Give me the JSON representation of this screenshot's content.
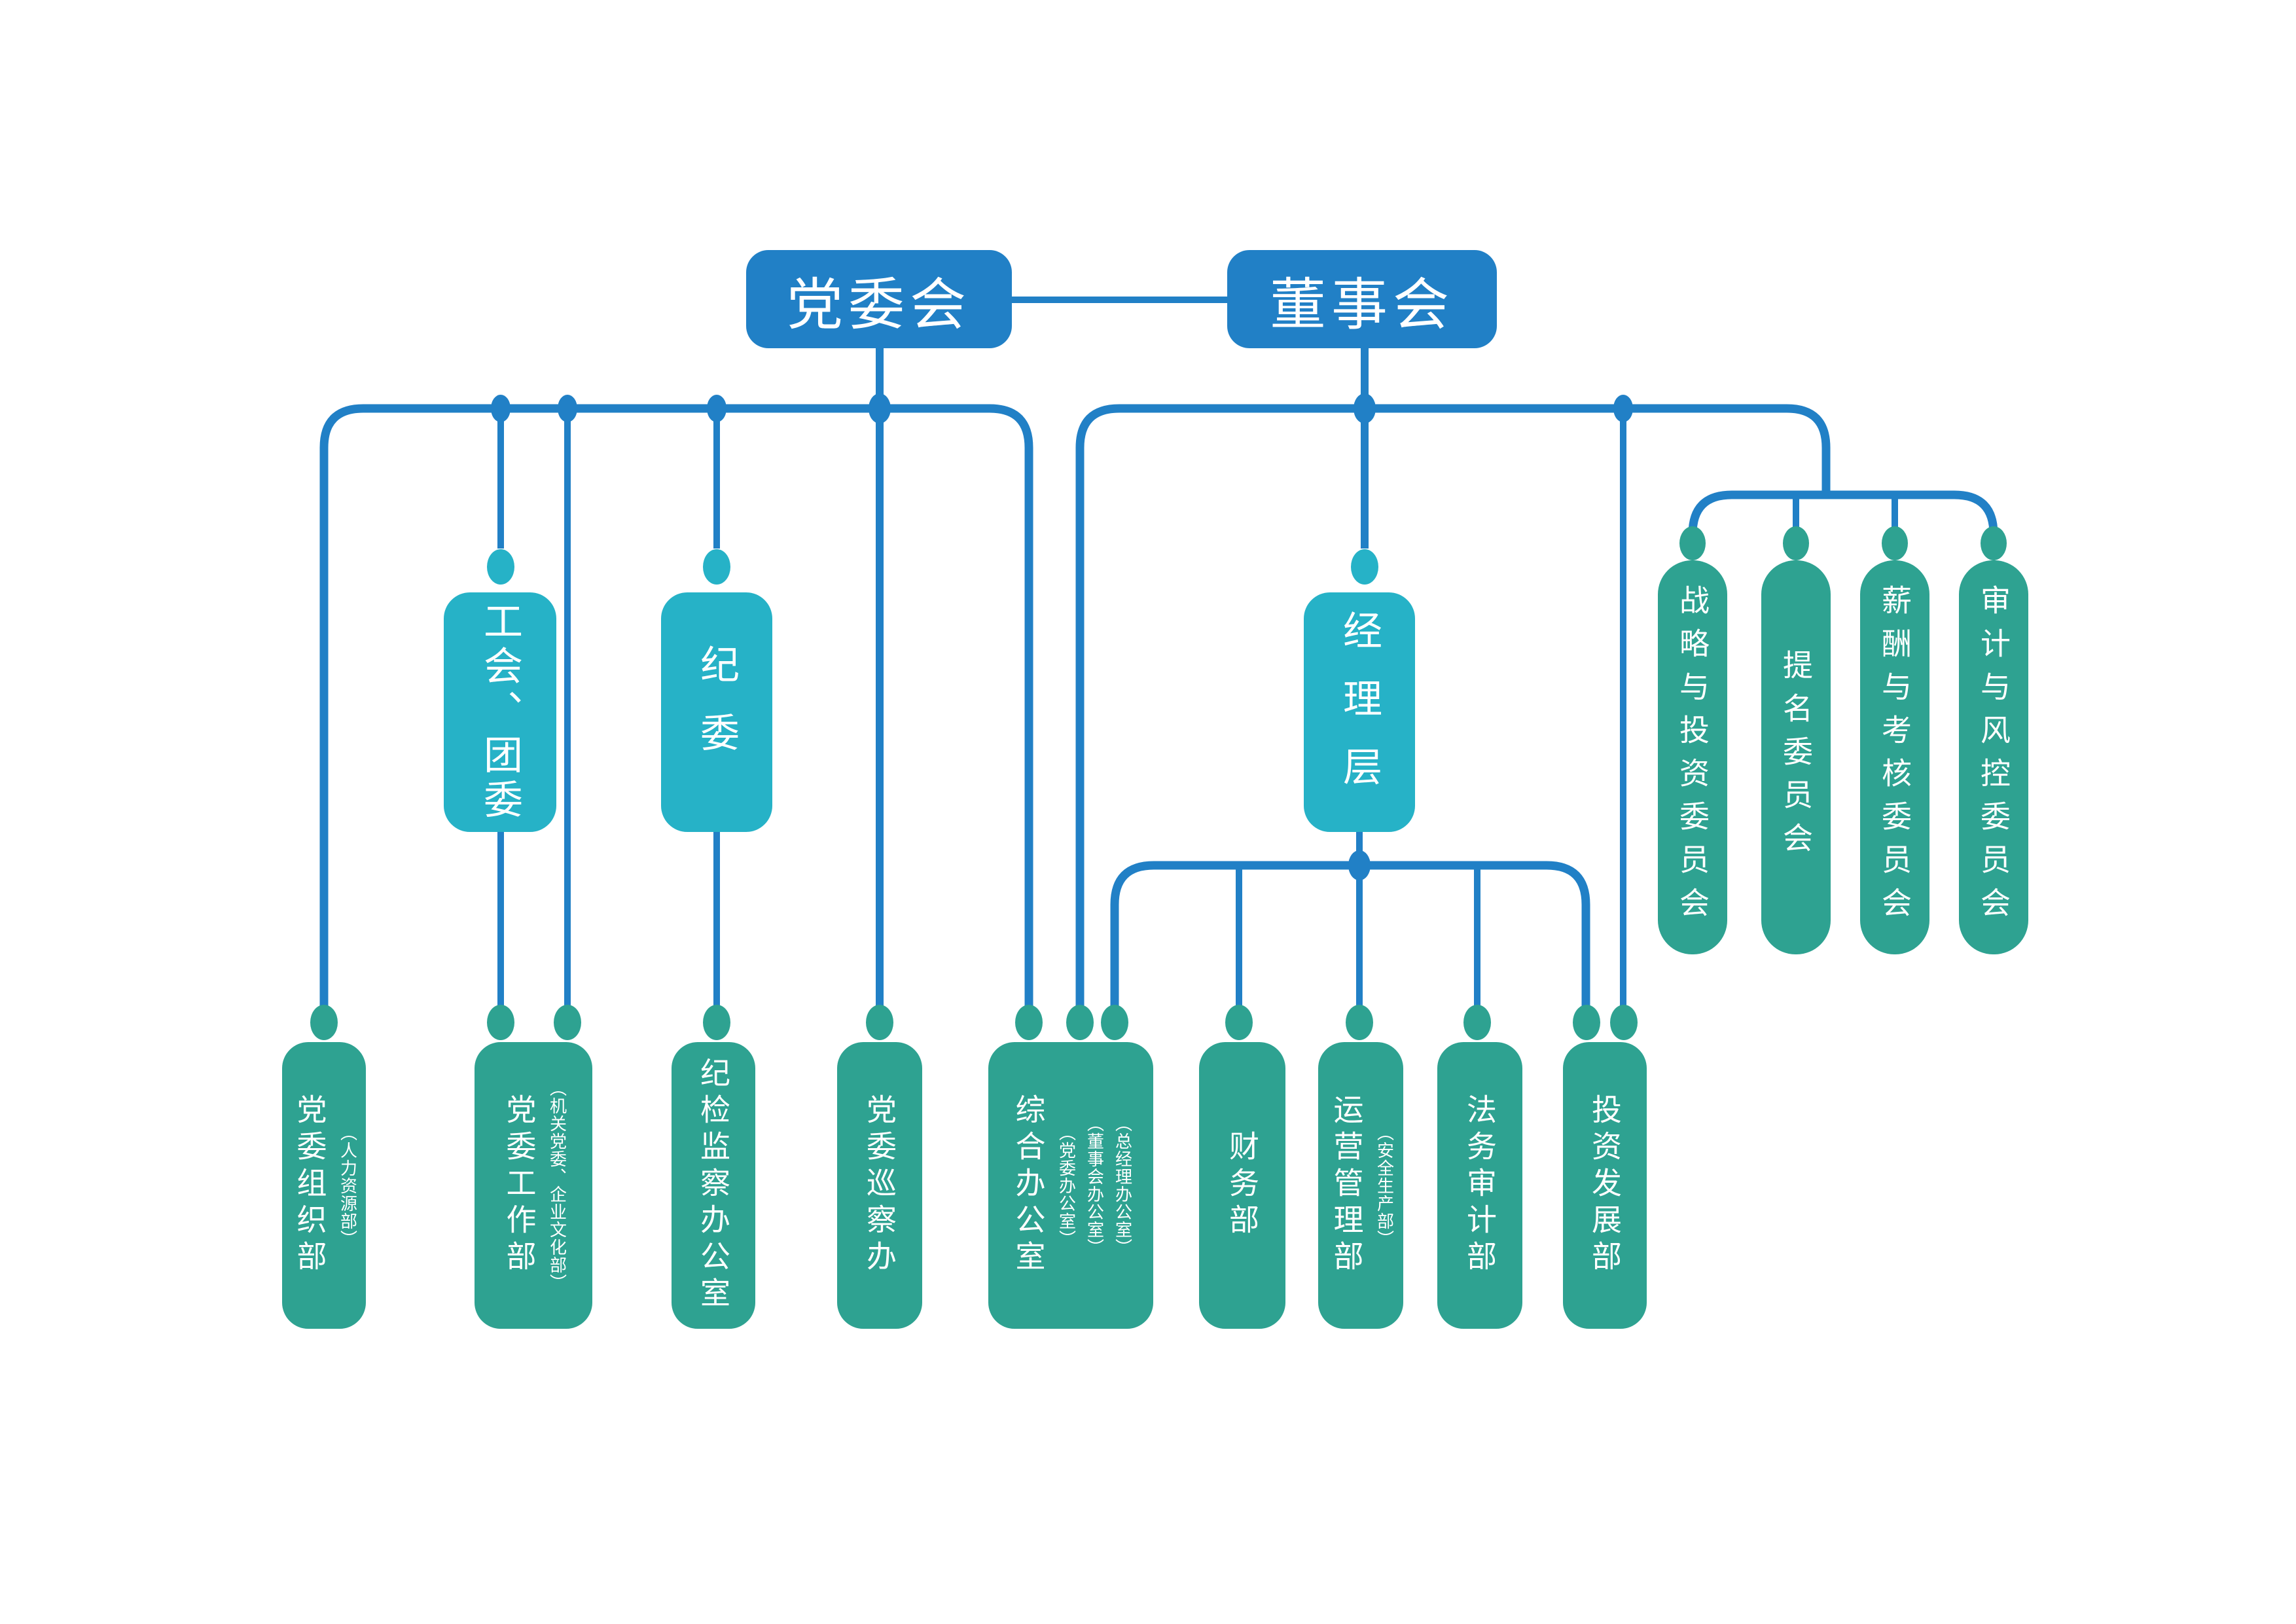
{
  "theme": {
    "bg": "#ffffff",
    "blue": "#2180c6",
    "cyan": "#26b2c7",
    "green": "#2ea291",
    "text": "#ffffff"
  },
  "nodes": {
    "top": [
      {
        "label": "党委会"
      },
      {
        "label": "董事会"
      }
    ],
    "mid": [
      {
        "label": "工会、团委"
      },
      {
        "label": "纪委"
      },
      {
        "label": "经理层"
      }
    ],
    "committees": [
      {
        "label": "战略与投资委员会"
      },
      {
        "label": "提名委员会"
      },
      {
        "label": "薪酬与考核委员会"
      },
      {
        "label": "审计与风控委员会"
      }
    ],
    "departments": [
      {
        "label": "党委组织部",
        "note": "（人力资源部）"
      },
      {
        "label": "党委工作部",
        "note": "（机关党委、企业文化部）"
      },
      {
        "label": "纪检监察办公室",
        "note": ""
      },
      {
        "label": "党委巡察办",
        "note": ""
      },
      {
        "label": "综合办公室",
        "notes": [
          "（党委办公室）",
          "（董事会办公室）",
          "（总经理办公室）"
        ]
      },
      {
        "label": "财务部",
        "note": ""
      },
      {
        "label": "运营管理部",
        "note": "（安全生产部）"
      },
      {
        "label": "法务审计部",
        "note": ""
      },
      {
        "label": "投资发展部",
        "note": ""
      }
    ]
  }
}
